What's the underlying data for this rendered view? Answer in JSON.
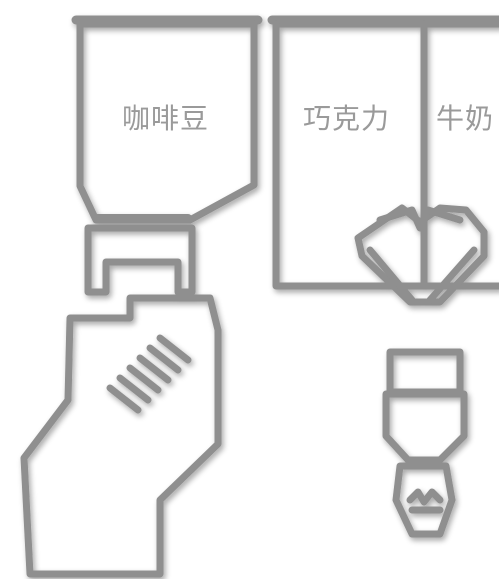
{
  "hoppers": [
    {
      "id": "coffee-beans",
      "label": "咖啡豆"
    },
    {
      "id": "chocolate",
      "label": "巧克力"
    },
    {
      "id": "milk",
      "label": "牛奶"
    }
  ],
  "colors": {
    "stroke": "#8f8f8f",
    "text": "#9a9a9a",
    "background": "#ffffff"
  }
}
